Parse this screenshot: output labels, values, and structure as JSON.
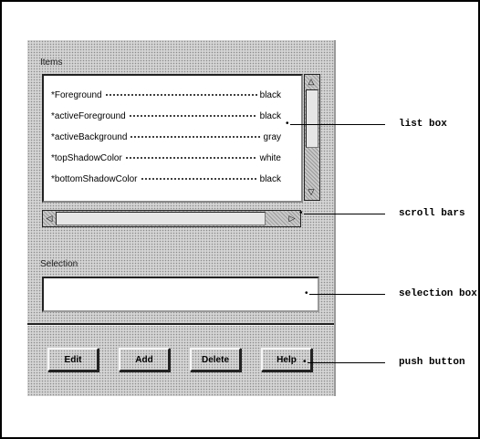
{
  "list": {
    "label": "Items",
    "items": [
      {
        "name": "*Foreground",
        "value": "black"
      },
      {
        "name": "*activeForeground",
        "value": "black"
      },
      {
        "name": "*activeBackground",
        "value": "gray"
      },
      {
        "name": "*topShadowColor",
        "value": "white"
      },
      {
        "name": "*bottomShadowColor",
        "value": "black"
      }
    ]
  },
  "selection": {
    "label": "Selection",
    "value": ""
  },
  "buttons": {
    "edit": "Edit",
    "add": "Add",
    "delete": "Delete",
    "help": "Help"
  },
  "callouts": {
    "list_box": "list box",
    "scroll_bars": "scroll bars",
    "selection_box": "selection box",
    "push_button": "push button"
  },
  "icons": {
    "scroll_up": "scroll-up-arrow-icon",
    "scroll_down": "scroll-down-arrow-icon",
    "scroll_left": "scroll-left-arrow-icon",
    "scroll_right": "scroll-right-arrow-icon"
  }
}
